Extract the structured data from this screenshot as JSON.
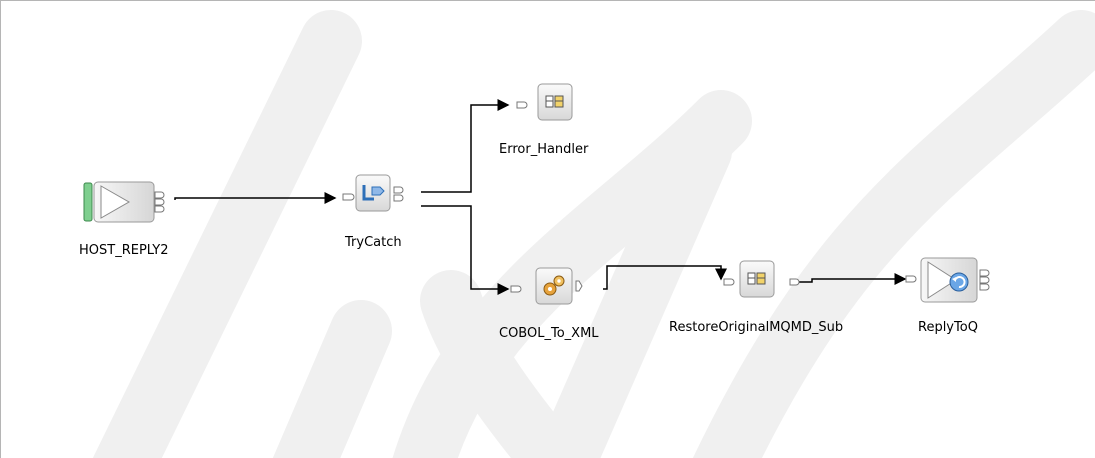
{
  "flow": {
    "nodes": {
      "host_reply2": {
        "label": "HOST_REPLY2",
        "icon": "mq-input-icon"
      },
      "try_catch": {
        "label": "TryCatch",
        "icon": "try-catch-icon"
      },
      "error_handler": {
        "label": "Error_Handler",
        "icon": "subflow-icon"
      },
      "cobol_to_xml": {
        "label": "COBOL_To_XML",
        "icon": "mapping-icon"
      },
      "restore_mqmd": {
        "label": "RestoreOriginalMQMD_Sub",
        "icon": "subflow-icon"
      },
      "reply_to_q": {
        "label": "ReplyToQ",
        "icon": "mq-reply-icon"
      }
    },
    "connections": [
      {
        "from": "host_reply2",
        "to": "try_catch"
      },
      {
        "from": "try_catch",
        "to": "error_handler"
      },
      {
        "from": "try_catch",
        "to": "cobol_to_xml"
      },
      {
        "from": "cobol_to_xml",
        "to": "restore_mqmd"
      },
      {
        "from": "restore_mqmd",
        "to": "reply_to_q"
      }
    ]
  },
  "colors": {
    "wire": "#000000",
    "node_border": "#8a8a8a",
    "watermark": "#efefef"
  }
}
